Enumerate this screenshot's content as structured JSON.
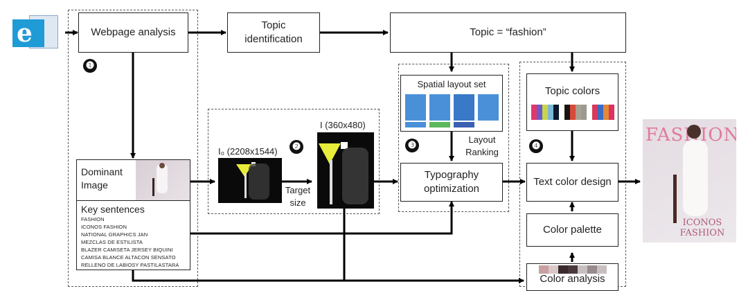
{
  "title": "Magazine cover generation pipeline",
  "nodes": {
    "webpage_icon": "ie-webpage-icon",
    "webpage_analysis": "Webpage analysis",
    "topic_identification": [
      "Topic",
      "identification"
    ],
    "topic_value": "Topic = “fashion”",
    "dominant_image": [
      "Dominant",
      "Image"
    ],
    "key_sentences_title": "Key sentences",
    "key_sentences": [
      "FASHION",
      "ICONOS FASHION",
      "NATIONAL GRAPHICS JAN",
      "MEZCLAS DE ESTILISTA",
      "BLAZER CAMISETA JERSEY BIQUINI",
      "CAMISA BLANCE ALTACON SENSATO",
      "RELLENO DE LABIOSY PASTILASTARA"
    ],
    "saliency_original_label": "I₀ (2208x1544)",
    "saliency_target_label": "I (360x480)",
    "target_size_label": [
      "Target",
      "size"
    ],
    "spatial_layout_set": "Spatial layout set",
    "layout_ranking": [
      "Layout",
      "Ranking"
    ],
    "typography_optimization": [
      "Typography",
      "optimization"
    ],
    "topic_colors": "Topic colors",
    "text_color_design": "Text color design",
    "color_palette": "Color palette",
    "color_analysis": "Color analysis"
  },
  "stages": [
    "❶",
    "❷",
    "❸",
    "❹"
  ],
  "topic_color_swatches": [
    "#e0386e",
    "#6a5cc8",
    "#c9d44a",
    "#7db8d8",
    "#0a1a2c",
    "#ffffff",
    "#1a1410",
    "#d84a3a",
    "#a8a090",
    "#9a9a90",
    "#ffffff",
    "#d8385a",
    "#3a6cc8",
    "#e08a3a",
    "#e03060"
  ],
  "analysis_swatches": [
    "#c8a0a0",
    "#d8c8c8",
    "#3a2a2e",
    "#4a3a3e",
    "#c8c0c0",
    "#9a8a8e",
    "#c8c0c0"
  ],
  "output_cover": {
    "masthead": "FASHION",
    "headline": [
      "ICONOS",
      "FASHION"
    ],
    "masthead_color": "#e07a9a"
  }
}
